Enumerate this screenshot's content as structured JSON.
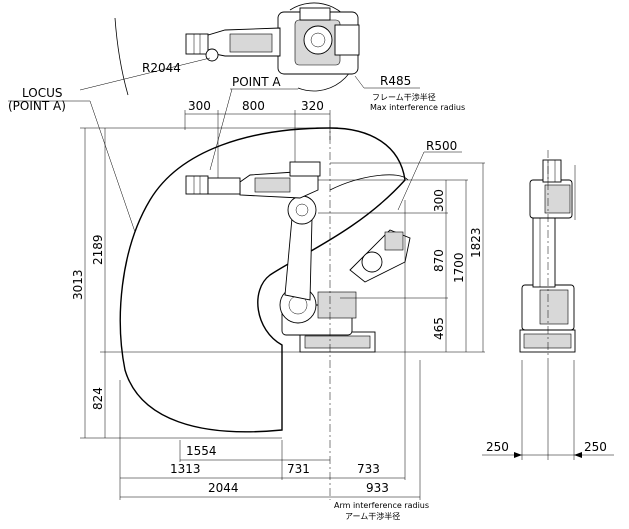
{
  "labels": {
    "locus": "LOCUS",
    "locus_sub": "(POINT A)",
    "point_a": "POINT A",
    "r2044": "R2044",
    "r485": "R485",
    "r485_jp": "フレーム干渉半径",
    "r485_en": "Max interference radius",
    "r500": "R500",
    "arm_en": "Arm interference radius",
    "arm_jp": "アーム干渉半径"
  },
  "dims_top": [
    "300",
    "800",
    "320"
  ],
  "dims_left": [
    "3013",
    "2189",
    "824"
  ],
  "dims_right": [
    "300",
    "870",
    "465",
    "1700",
    "1823"
  ],
  "dims_bottom": [
    "1554",
    "1313",
    "731",
    "733",
    "2044",
    "933"
  ],
  "dims_side": [
    "250",
    "250"
  ]
}
